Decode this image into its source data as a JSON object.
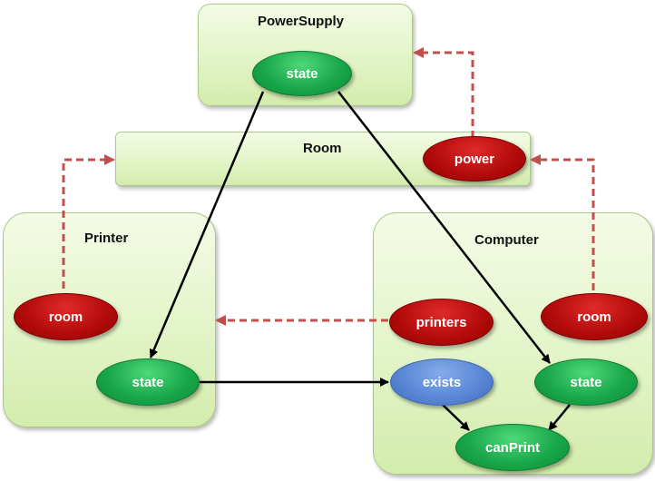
{
  "containers": {
    "power_supply": {
      "title": "PowerSupply"
    },
    "room": {
      "title": "Room"
    },
    "printer": {
      "title": "Printer"
    },
    "computer": {
      "title": "Computer"
    }
  },
  "nodes": {
    "power_supply_state": {
      "label": "state",
      "color": "green"
    },
    "room_power": {
      "label": "power",
      "color": "red"
    },
    "printer_room": {
      "label": "room",
      "color": "red"
    },
    "printer_state": {
      "label": "state",
      "color": "green"
    },
    "computer_printers": {
      "label": "printers",
      "color": "red"
    },
    "computer_room": {
      "label": "room",
      "color": "red"
    },
    "computer_exists": {
      "label": "exists",
      "color": "blue"
    },
    "computer_state": {
      "label": "state",
      "color": "green"
    },
    "computer_canprint": {
      "label": "canPrint",
      "color": "green"
    }
  },
  "edges": [
    {
      "from": "power_supply_state",
      "to": "printer_state",
      "style": "solid"
    },
    {
      "from": "power_supply_state",
      "to": "computer_state",
      "style": "solid"
    },
    {
      "from": "printer_state",
      "to": "computer_exists",
      "style": "solid"
    },
    {
      "from": "computer_exists",
      "to": "computer_canprint",
      "style": "solid"
    },
    {
      "from": "computer_state",
      "to": "computer_canprint",
      "style": "solid"
    },
    {
      "from": "room_power",
      "to": "power_supply",
      "style": "dashed"
    },
    {
      "from": "printer_room",
      "to": "room",
      "style": "dashed"
    },
    {
      "from": "computer_room",
      "to": "room",
      "style": "dashed"
    },
    {
      "from": "computer_printers",
      "to": "printer",
      "style": "dashed"
    }
  ],
  "colors": {
    "container_fill": "#e3f4c8",
    "container_border": "#a9c98a",
    "green_node": "#1aa84a",
    "red_node": "#b50c0c",
    "blue_node": "#5a88d6",
    "solid_edge": "#000000",
    "dashed_edge": "#c0504d"
  }
}
